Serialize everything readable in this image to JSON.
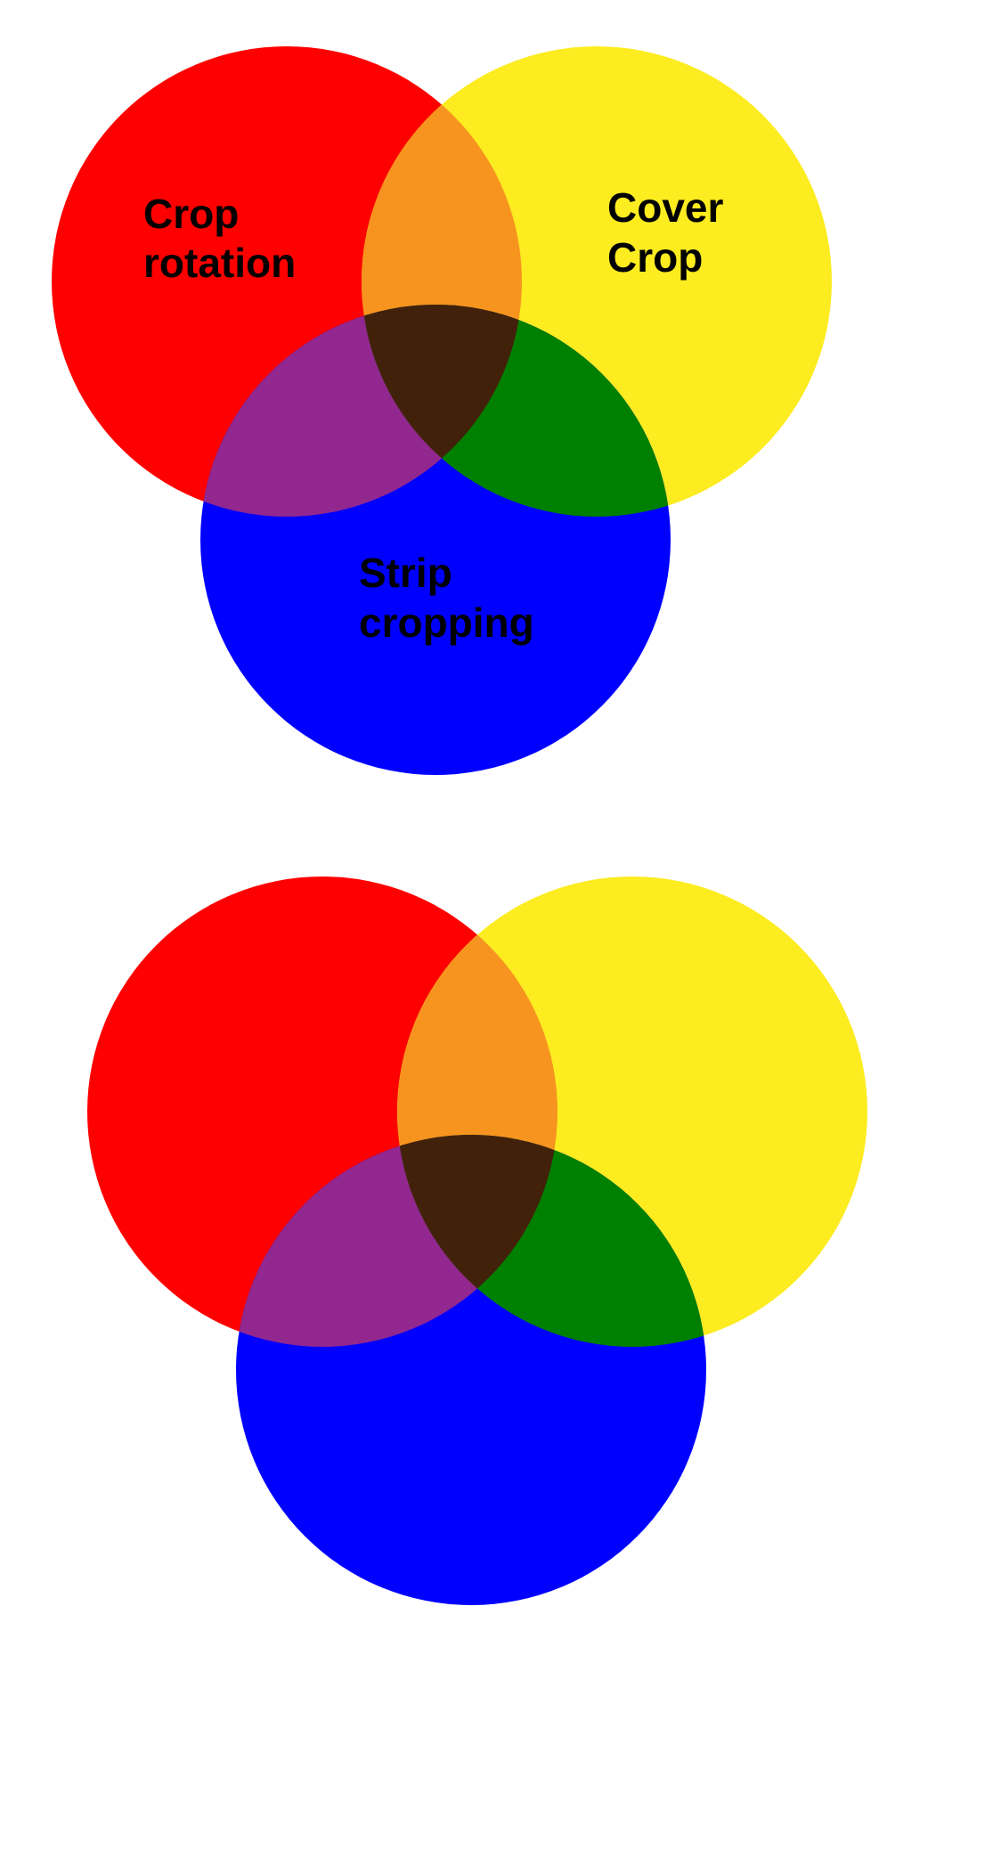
{
  "colors": {
    "red": "#ff0000",
    "yellow": "#fcec20",
    "blue": "#0000ff",
    "orange": "#f7941f",
    "purple": "#92278f",
    "green": "#008000",
    "brown": "#42210b"
  },
  "top_diagram": {
    "sets": [
      {
        "label_line1": "Crop",
        "label_line2": "rotation",
        "color": "#ff0000"
      },
      {
        "label_line1": "Cover",
        "label_line2": "Crop",
        "color": "#fcec20"
      },
      {
        "label_line1": "Strip",
        "label_line2": "cropping",
        "color": "#0000ff"
      }
    ]
  },
  "bottom_diagram": {
    "sets": [
      {
        "color": "#ff0000"
      },
      {
        "color": "#fcec20"
      },
      {
        "color": "#0000ff"
      }
    ]
  }
}
